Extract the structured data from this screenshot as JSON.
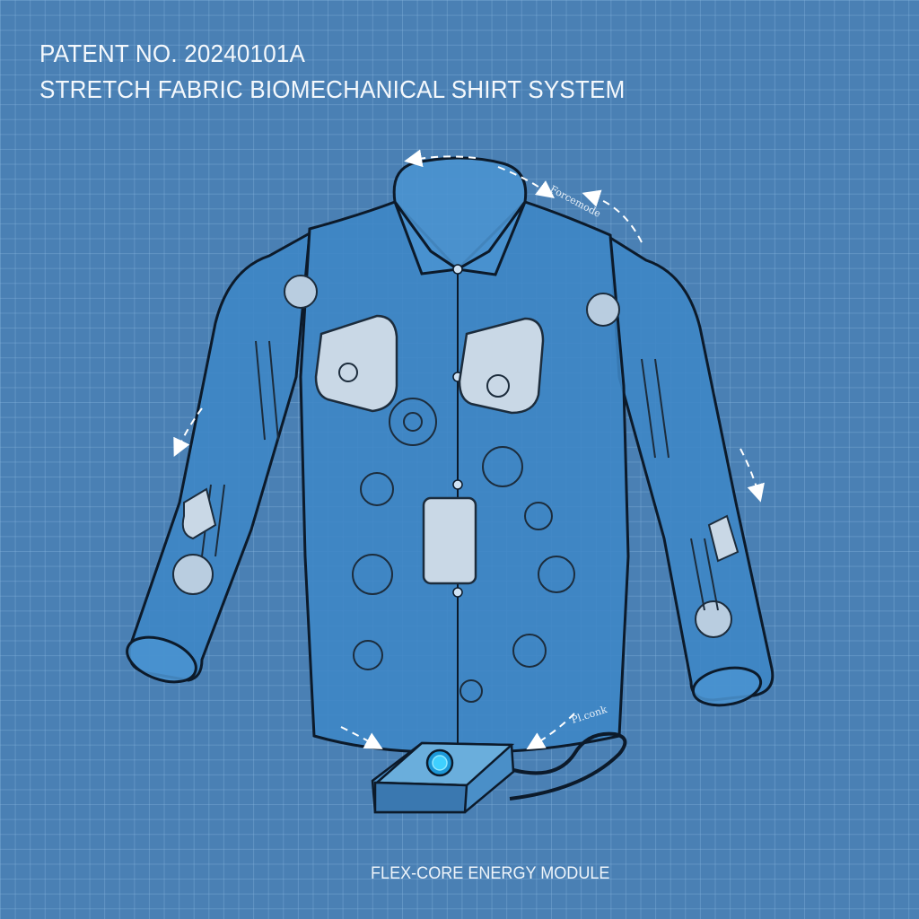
{
  "header": {
    "patent_number": "PATENT NO. 20240101A",
    "title": "STRETCH FABRIC BIOMECHANICAL SHIRT SYSTEM"
  },
  "illustration": {
    "subject": "biomechanical-shirt",
    "annotations": [
      {
        "id": "collar-arc",
        "text": "Forcemode"
      },
      {
        "id": "module-link",
        "text": "Pl.conk"
      }
    ],
    "module": {
      "label": "FLEX-CORE ENERGY MODULE",
      "indicator_color": "#3fd0ff"
    }
  },
  "colors": {
    "background": "#4a80b4",
    "grid": "#8cb9e1",
    "shirt": "#3d86c6",
    "outline": "#0c1a2a",
    "text": "#f4f8fc"
  }
}
